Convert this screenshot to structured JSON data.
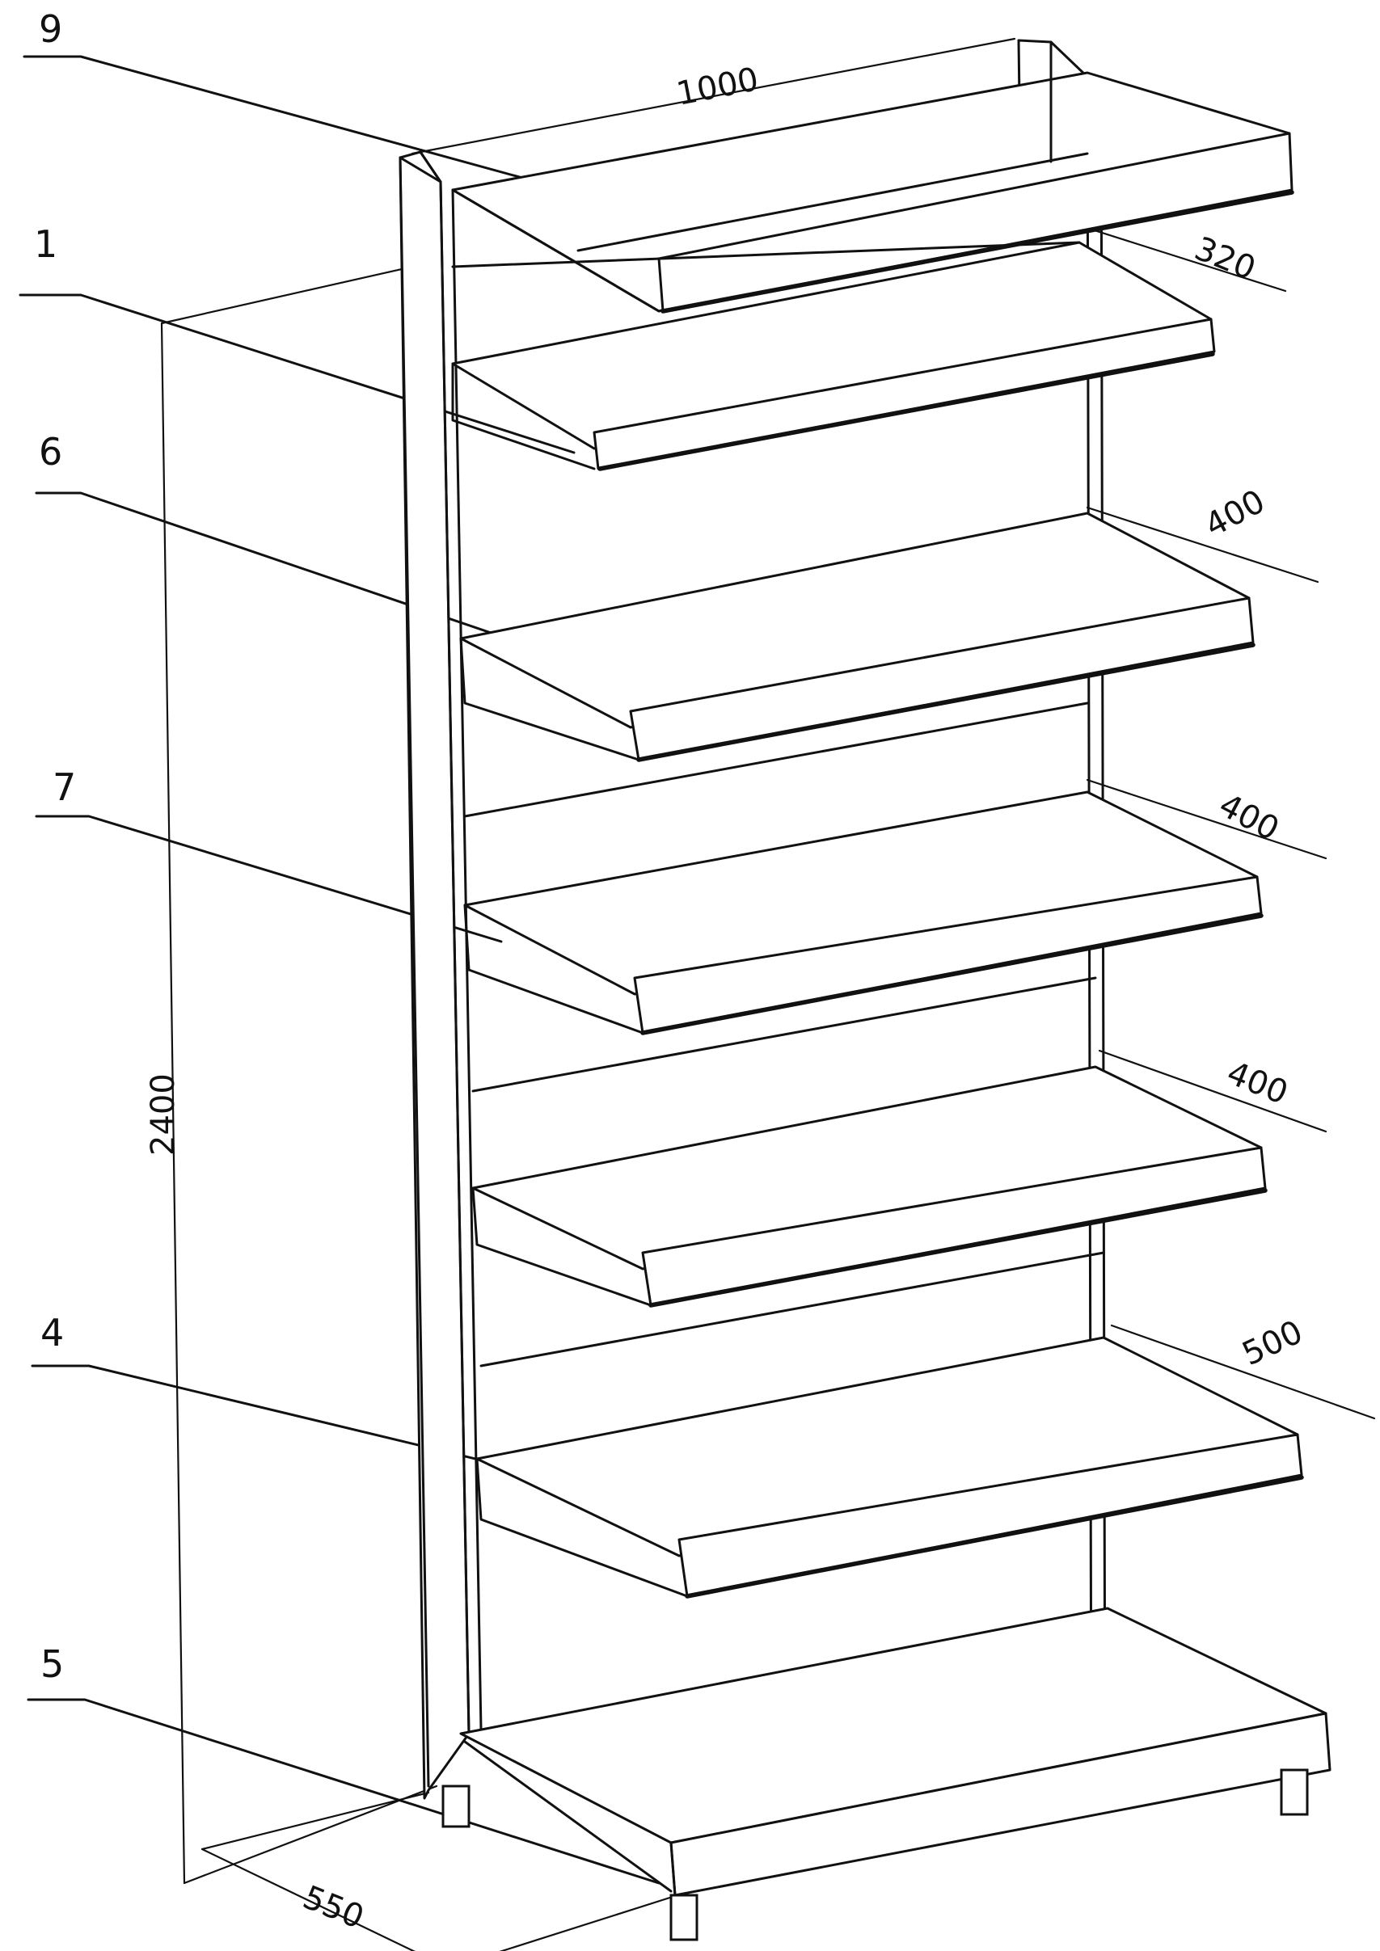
{
  "figure": {
    "reference_labels": {
      "ref_9": "9",
      "ref_1": "1",
      "ref_6": "6",
      "ref_7": "7",
      "ref_4": "4",
      "ref_5": "5"
    },
    "dimensions": {
      "top_width": "1000",
      "shelf_1_depth": "320",
      "shelf_2_depth": "400",
      "shelf_3_depth": "400",
      "shelf_4_depth": "400",
      "shelf_5_depth": "500",
      "height": "2400",
      "base_depth": "550"
    }
  }
}
